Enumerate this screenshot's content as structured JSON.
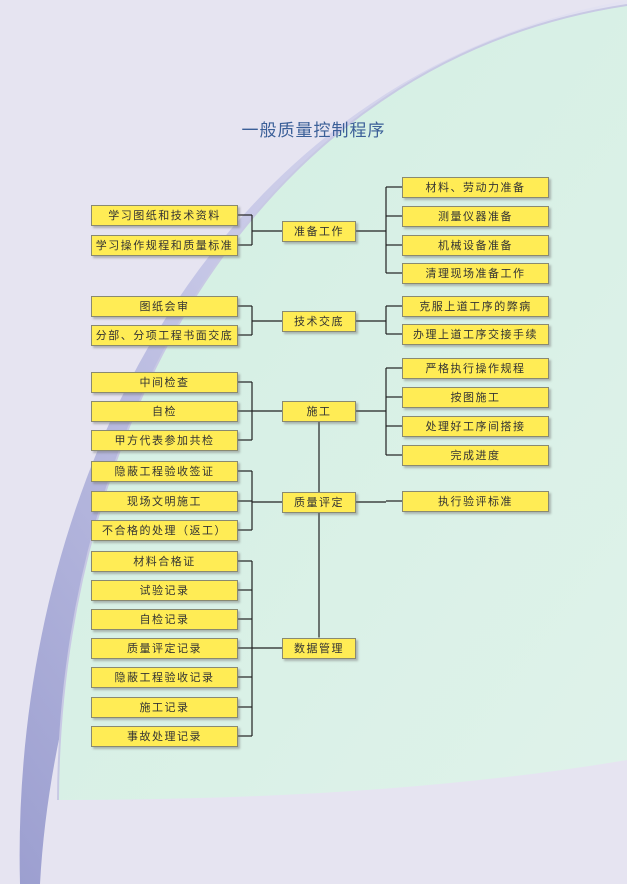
{
  "title": "一般质量控制程序",
  "chart_data": {
    "type": "flowchart",
    "stages": [
      {
        "label": "准备工作",
        "inputs": [
          "学习图纸和技术资料",
          "学习操作规程和质量标准"
        ],
        "outputs": [
          "材料、劳动力准备",
          "测量仪器准备",
          "机械设备准备",
          "清理现场准备工作"
        ]
      },
      {
        "label": "技术交底",
        "inputs": [
          "图纸会审",
          "分部、分项工程书面交底"
        ],
        "outputs": [
          "克服上道工序的弊病",
          "办理上道工序交接手续"
        ]
      },
      {
        "label": "施工",
        "inputs": [
          "中间检查",
          "自检",
          "甲方代表参加共检"
        ],
        "outputs": [
          "严格执行操作规程",
          "按图施工",
          "处理好工序间搭接",
          "完成进度"
        ]
      },
      {
        "label": "质量评定",
        "inputs": [
          "隐蔽工程验收签证",
          "现场文明施工",
          "不合格的处理（返工）"
        ],
        "outputs": [
          "执行验评标准"
        ]
      },
      {
        "label": "数据管理",
        "inputs": [
          "材料合格证",
          "试验记录",
          "自检记录",
          "质量评定记录",
          "隐蔽工程验收记录",
          "施工记录",
          "事故处理记录"
        ],
        "outputs": []
      }
    ]
  }
}
